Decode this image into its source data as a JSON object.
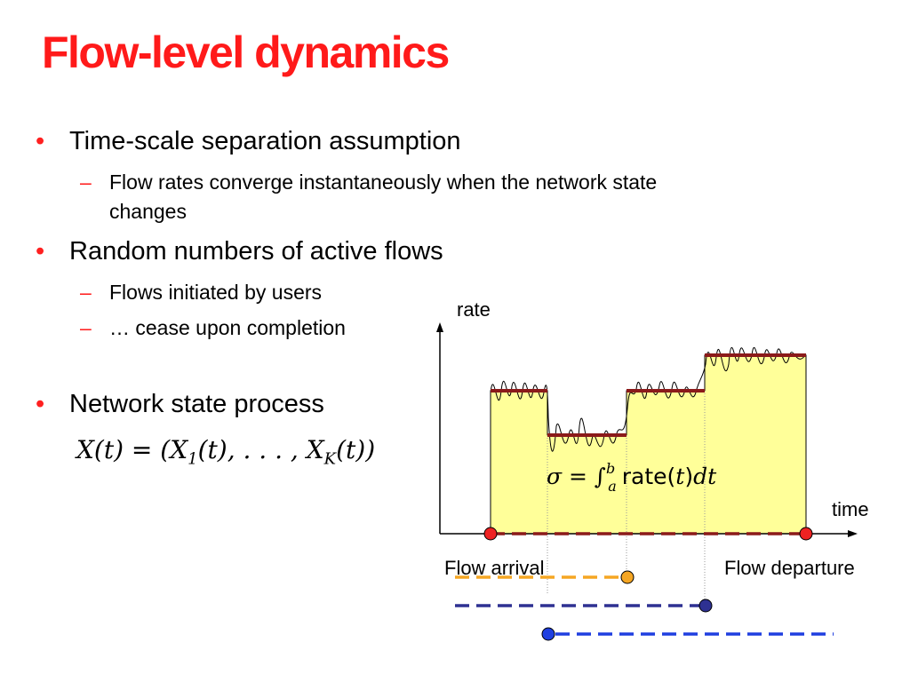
{
  "slide": {
    "title": "Flow-level dynamics",
    "bullet_marker": "•",
    "sub_marker": "–",
    "bullets": [
      {
        "text": "Time-scale separation assumption",
        "subs": [
          "Flow rates converge instantaneously when the network state changes"
        ]
      },
      {
        "text": "Random numbers of active flows",
        "subs": [
          "Flows initiated by users",
          "… cease upon completion"
        ]
      },
      {
        "text": "Network state process",
        "subs": []
      }
    ],
    "formula": {
      "lhs": "X(t) = (X",
      "sub1": "1",
      "mid": "(t), . . . , X",
      "subK": "K",
      "rhs": "(t))"
    }
  },
  "diagram": {
    "y_axis_label": "rate",
    "x_axis_label": "time",
    "arrival_label": "Flow arrival",
    "departure_label": "Flow departure",
    "integral": {
      "sigma": "σ = ∫",
      "lower": "a",
      "upper": "b",
      "rate": "rate(",
      "t": "t",
      "close": ")",
      "dt": "dt"
    },
    "colors": {
      "fill": "#ffff99",
      "rate_level": "#8b1a1a",
      "arrival_marker": "#ee2222",
      "flow1": "#f5a623",
      "flow2": "#2e3192",
      "flow3": "#1f3fe0"
    }
  }
}
